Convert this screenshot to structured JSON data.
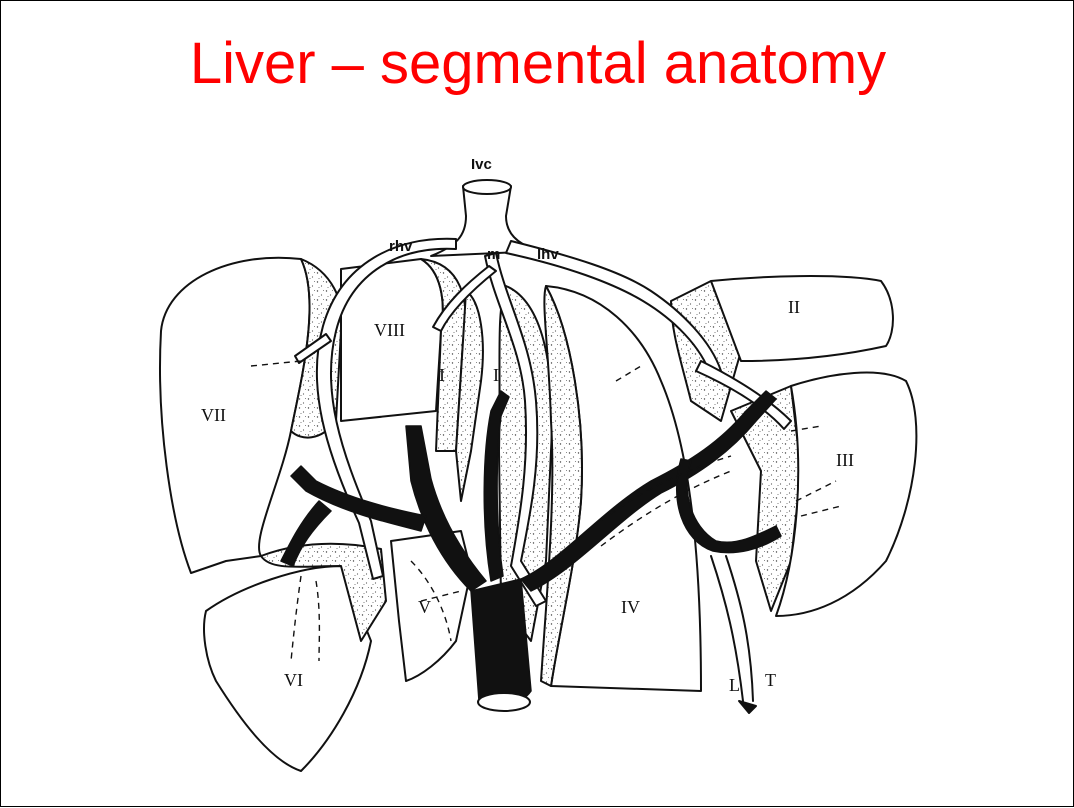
{
  "slide": {
    "title": "Liver – segmental anatomy"
  },
  "diagram": {
    "labels": {
      "ivc": "Ivc",
      "rhv": "rhv",
      "mhv": "m",
      "lhv": "lhv",
      "seg_I_a": "I",
      "seg_I_b": "I",
      "seg_II": "II",
      "seg_III": "III",
      "seg_IV": "IV",
      "seg_V": "V",
      "seg_VI": "VI",
      "seg_VII": "VII",
      "seg_VIII": "VIII",
      "lig_L": "L",
      "lig_T": "T"
    }
  }
}
